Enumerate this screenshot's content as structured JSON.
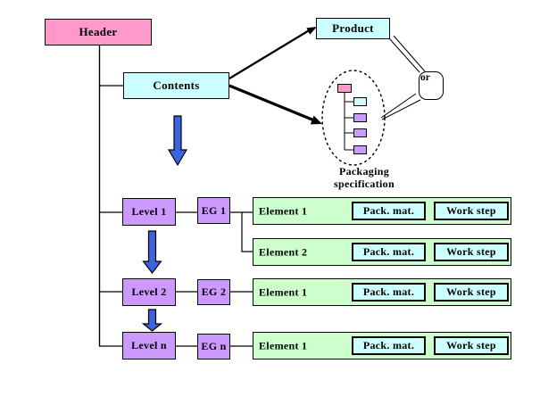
{
  "nodes": {
    "header": "Header",
    "contents": "Contents",
    "product": "Product",
    "or": "or",
    "packaging_line1": "Packaging",
    "packaging_line2": "specification"
  },
  "levels": [
    {
      "label": "Level 1",
      "eg": "EG 1"
    },
    {
      "label": "Level 2",
      "eg": "EG 2"
    },
    {
      "label": "Level n",
      "eg": "EG n"
    }
  ],
  "element_rows": [
    {
      "element": "Element 1",
      "pack": "Pack. mat.",
      "work": "Work step"
    },
    {
      "element": "Element 2",
      "pack": "Pack. mat.",
      "work": "Work step"
    },
    {
      "element": "Element 1",
      "pack": "Pack. mat.",
      "work": "Work step"
    },
    {
      "element": "Element 1",
      "pack": "Pack. mat.",
      "work": "Work step"
    }
  ],
  "colors": {
    "pink": "#FF99CC",
    "purple": "#CC99FF",
    "cyan": "#CCFFFF",
    "green": "#CCFFCC",
    "arrow_blue": "#3A64DE",
    "border": "#000000",
    "background": "#FFFFFF"
  }
}
